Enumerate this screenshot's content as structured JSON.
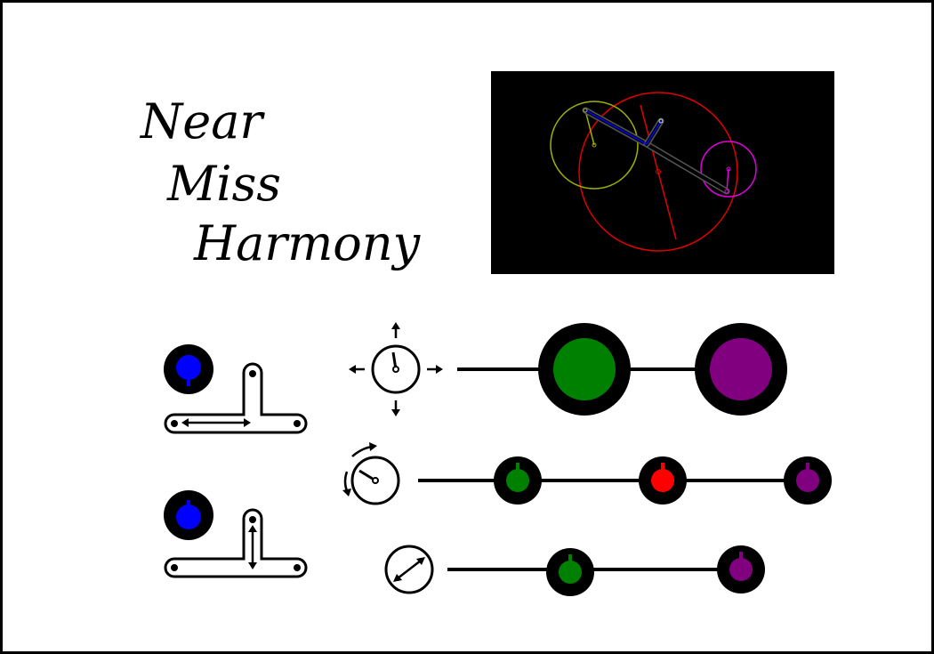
{
  "title": {
    "line1": "Near",
    "line2": "Miss",
    "line3": "Harmony"
  },
  "colors": {
    "player_knob": "#0000ff",
    "green": "#008000",
    "red": "#ff0000",
    "purple": "#800080",
    "yellow": "#a0b000",
    "magenta": "#e000e0",
    "linkage_blue": "#0000ff",
    "panel_bg": "#000000"
  },
  "controls": {
    "slider_horizontal": {
      "icon": "horizontal-slider-icon"
    },
    "slider_vertical": {
      "icon": "vertical-slider-icon"
    },
    "dial_translate": {
      "icon": "move-dial-icon"
    },
    "dial_rotate": {
      "icon": "rotate-dial-icon"
    },
    "dial_scale": {
      "icon": "scale-dial-icon"
    }
  }
}
